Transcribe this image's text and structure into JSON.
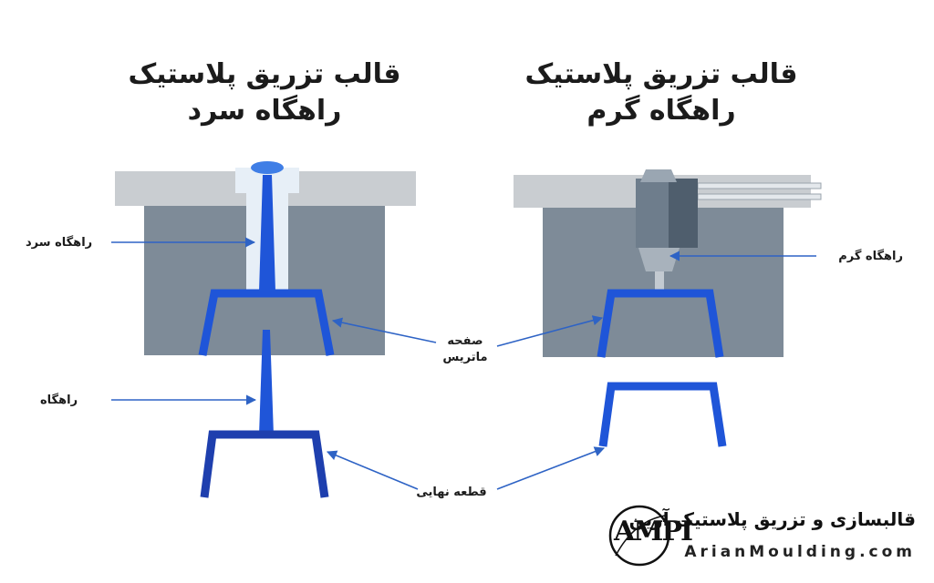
{
  "titles": {
    "cold": {
      "line1": "قالب تزریق پلاستیک",
      "line2": "راهگاه سرد"
    },
    "hot": {
      "line1": "قالب تزریق پلاستیک",
      "line2": "راهگاه گرم"
    }
  },
  "labels": {
    "cold_runner": "راهگاه سرد",
    "runner": "راهگاه",
    "hot_runner": "راهگاه گرم",
    "cavity_line1": "صفحه",
    "cavity_line2": "ماتریس",
    "final_part": "قطعه نهایی"
  },
  "brand": {
    "name": "قالبسازی و تزریق پلاستیک آرین",
    "url": "ArianMoulding.com",
    "logo_text": "AMPI"
  },
  "colors": {
    "plate_top": "#c9cdd1",
    "mold_body": "#7e8b98",
    "blue": "#1f55d8",
    "dark_blue": "#1e3fae",
    "sprue_bushing": "#e7eff7",
    "nozzle_dark": "#4f5e6d",
    "arrow": "#2e63c5"
  }
}
